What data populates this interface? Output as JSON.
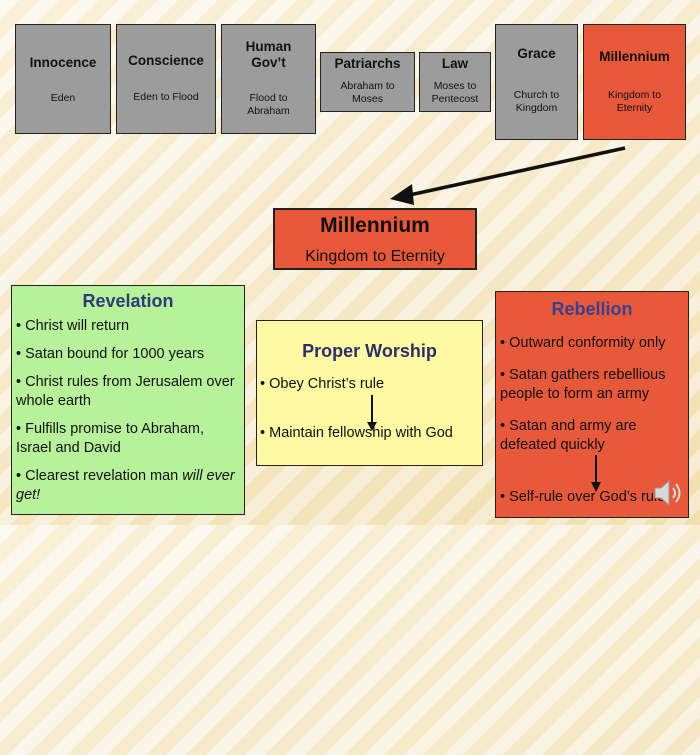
{
  "timeline": [
    {
      "title": "Innocence",
      "subtitle": "Eden"
    },
    {
      "title": "Conscience",
      "subtitle": "Eden to Flood"
    },
    {
      "title": "Human Gov’t",
      "subtitle": "Flood to Abraham"
    },
    {
      "title": "Patriarchs",
      "subtitle": "Abraham to Moses"
    },
    {
      "title": "Law",
      "subtitle": "Moses to Pentecost"
    },
    {
      "title": "Grace",
      "subtitle": "Church to Kingdom"
    },
    {
      "title": "Millennium",
      "subtitle": "Kingdom to Eternity"
    }
  ],
  "center": {
    "title": "Millennium",
    "subtitle": "Kingdom to Eternity"
  },
  "revelation": {
    "title": "Revelation",
    "items": [
      {
        "text": "Christ will return"
      },
      {
        "text": "Satan bound for 1000 years"
      },
      {
        "text": "Christ rules from Jerusalem over whole earth"
      },
      {
        "text": "Fulfills promise to Abraham, Israel and David"
      },
      {
        "text_before": "Clearest revelation man ",
        "text_em": "will ever get!"
      }
    ]
  },
  "worship": {
    "title": "Proper Worship",
    "items": [
      "Obey Christ’s rule",
      "Maintain fellowship with God"
    ]
  },
  "rebellion": {
    "title": "Rebellion",
    "items": [
      "Outward conformity only",
      "Satan gathers rebellious people to form an army",
      "Satan and army are defeated quickly",
      "Self-rule over God’s rule"
    ]
  },
  "colors": {
    "gray_box": "#9c9c9c",
    "red_box": "#e8583a",
    "green_panel": "#b7f29b",
    "yellow_panel": "#fdfaa3",
    "rebellion_title": "#3a3f8f",
    "revelation_title": "#2f3a7a"
  },
  "icons": {
    "speaker": "speaker-icon"
  }
}
